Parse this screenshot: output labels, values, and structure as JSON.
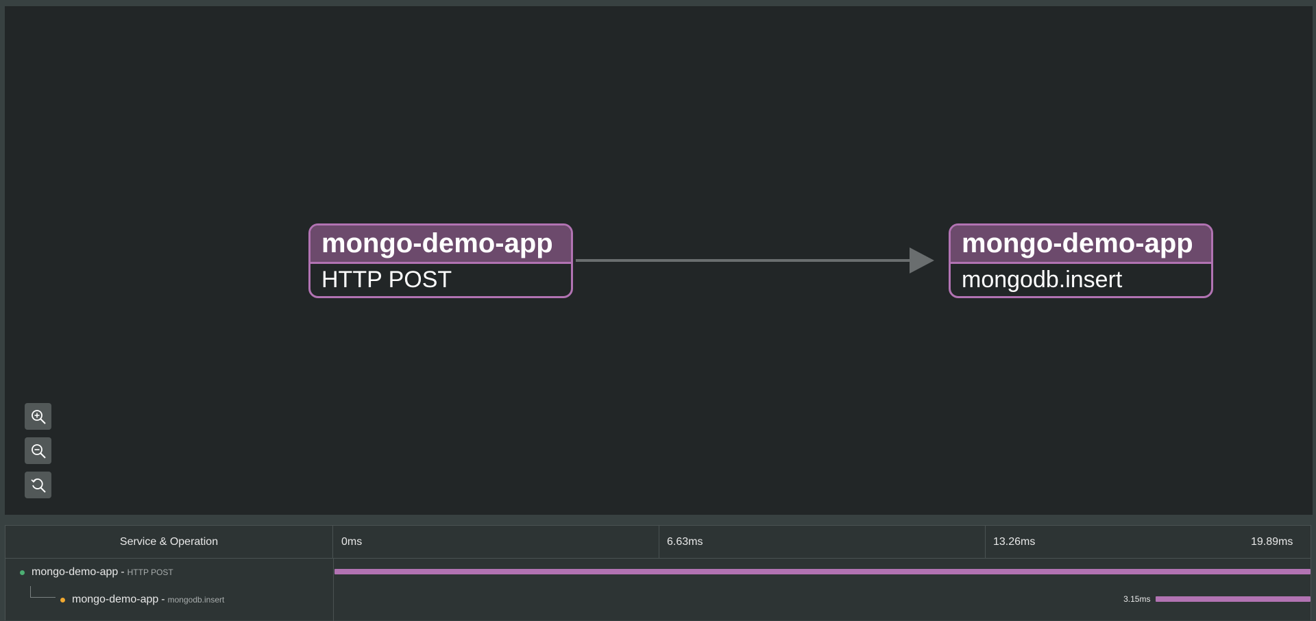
{
  "graph": {
    "nodes": [
      {
        "service": "mongo-demo-app",
        "operation": "HTTP POST"
      },
      {
        "service": "mongo-demo-app",
        "operation": "mongodb.insert"
      }
    ],
    "edge_color": "#6a6e6f",
    "node_color": "#b273b3",
    "zoom_controls": [
      "zoom-in-icon",
      "zoom-out-icon",
      "reset-zoom-icon"
    ]
  },
  "trace": {
    "header": {
      "service_operation": "Service & Operation",
      "ticks": [
        "0ms",
        "6.63ms",
        "13.26ms",
        "19.89ms"
      ]
    },
    "total_ms": 19.89,
    "spans": [
      {
        "service": "mongo-demo-app",
        "separator": "-",
        "operation": "HTTP POST",
        "status_color": "#4caf73",
        "start_ms": 0,
        "duration_ms": 19.89,
        "duration_label": ""
      },
      {
        "service": "mongo-demo-app",
        "separator": "-",
        "operation": "mongodb.insert",
        "status_color": "#f0a830",
        "start_ms": 16.74,
        "duration_ms": 3.15,
        "duration_label": "3.15ms"
      }
    ]
  }
}
